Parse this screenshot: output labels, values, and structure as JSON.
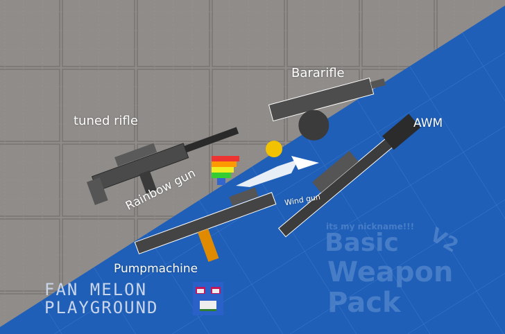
{
  "labels": {
    "tuned_rifle": "tuned rifle",
    "bararifle": "Bararifle",
    "awm": "AWM",
    "rainbow_gun": "Rainbow gun",
    "wind_gun": "Wind gun",
    "pumpmachine": "Pumpmachine"
  },
  "branding": {
    "fan_line1": "FAN MELON",
    "fan_line2": "PLAYGROUND",
    "tagline": "its my nickname!!!",
    "title_line1": "Basic",
    "title_line2": "Weapon",
    "title_line3": "Pack",
    "version": "V2"
  },
  "colors": {
    "background_gray": "#8e8b88",
    "blue": "#1f5fb8"
  }
}
